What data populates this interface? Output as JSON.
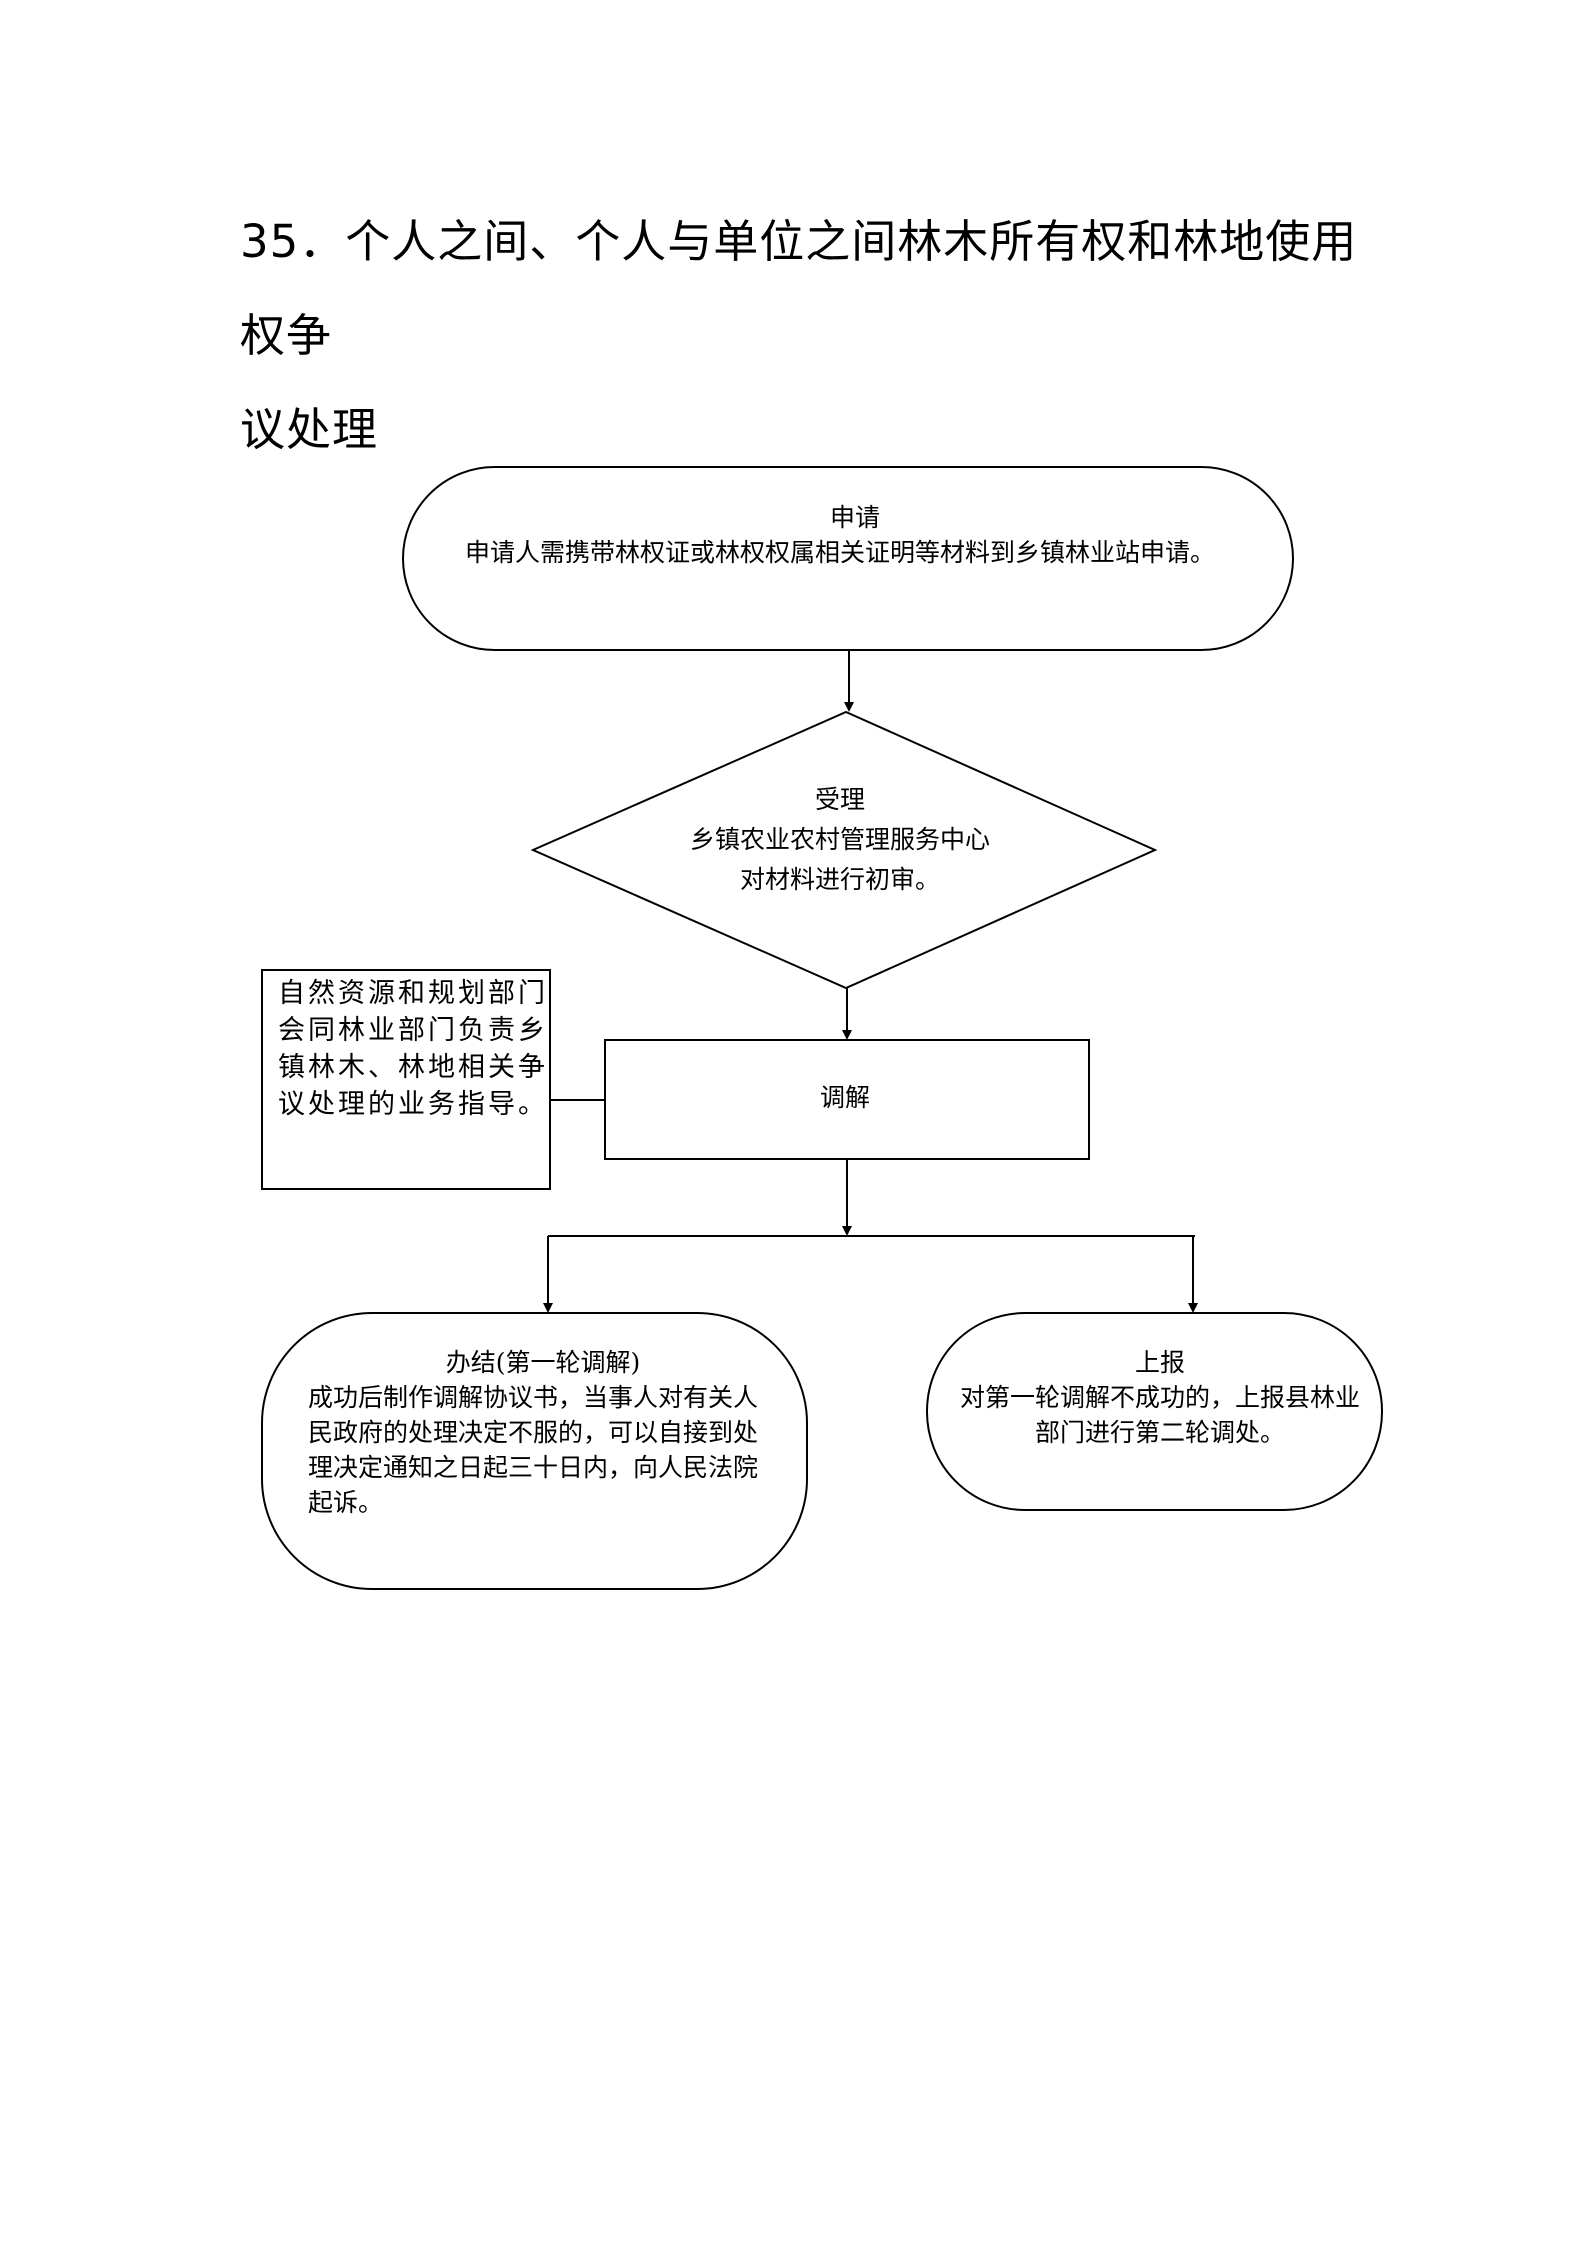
{
  "title": {
    "line1": "35．个人之间、个人与单位之间林木所有权和林地使用权争",
    "line2": "议处理"
  },
  "nodes": {
    "apply": {
      "heading": "申请",
      "body": "申请人需携带林权证或林权权属相关证明等材料到乡镇林业站申请。"
    },
    "accept": {
      "heading": "受理",
      "body": "乡镇农业农村管理服务中心对材料进行初审。"
    },
    "mediate": {
      "heading": "调解"
    },
    "guide": {
      "body": "自然资源和规划部门会同林业部门负责乡镇林木、林地相关争议处理的业务指导。"
    },
    "close": {
      "heading": "办结(第一轮调解)",
      "body": "成功后制作调解协议书，当事人对有关人民政府的处理决定不服的，可以自接到处理决定通知之日起三十日内，向人民法院起诉。"
    },
    "report": {
      "heading": "上报",
      "body": "对第一轮调解不成功的，上报县林业部门进行第二轮调处。"
    }
  }
}
